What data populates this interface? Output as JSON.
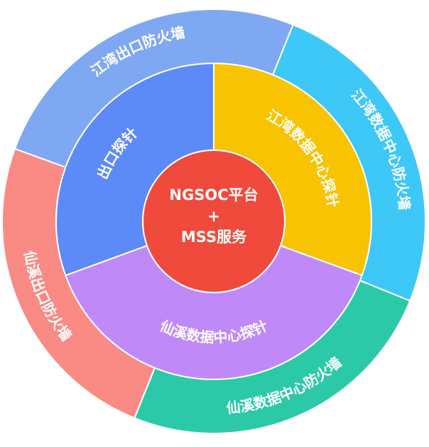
{
  "center": {
    "line1": "NGSOC平台",
    "line2": "+",
    "line3": "MSS服务",
    "color": "#F04A3C"
  },
  "outer_ring": [
    {
      "label": "江湾出口防火墙",
      "color": "#7FA8F2"
    },
    {
      "label": "江湾数据中心防火墙",
      "color": "#3DC8F7"
    },
    {
      "label": "仙溪数据中心防火墙",
      "color": "#2CC9A8"
    },
    {
      "label": "仙溪出口防火墙",
      "color": "#F98A84"
    }
  ],
  "inner_ring": [
    {
      "label": "出口探针",
      "color": "#5C8AF6"
    },
    {
      "label": "江湾数据中心探针",
      "color": "#F8C300"
    },
    {
      "label": "仙溪数据中心探针",
      "color": "#BF8AF8"
    }
  ]
}
